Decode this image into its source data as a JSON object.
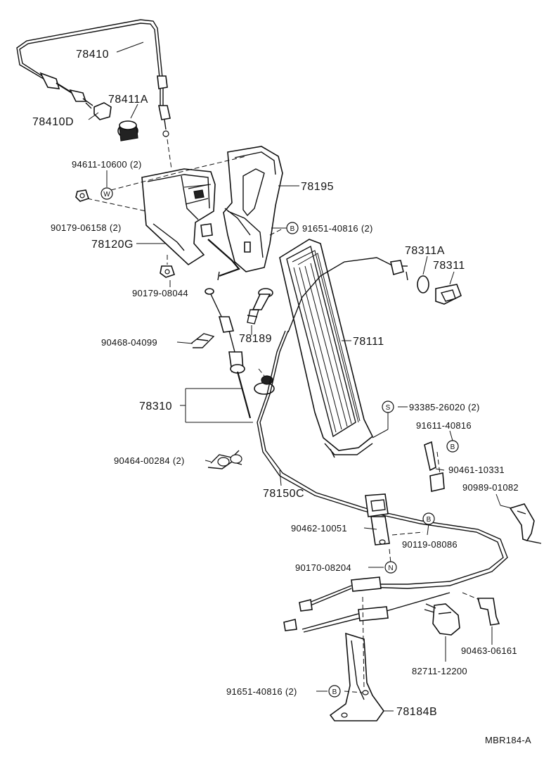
{
  "callouts": {
    "p78410": "78410",
    "p78411A": "78411A",
    "p78410D": "78410D",
    "p94611": "94611-10600 (2)",
    "p78195": "78195",
    "p90179_06158": "90179-06158 (2)",
    "p91651_top": "91651-40816 (2)",
    "p78120G": "78120G",
    "p78311A": "78311A",
    "p78311": "78311",
    "p90179_08044": "90179-08044",
    "p78189": "78189",
    "p90468": "90468-04099",
    "p78111": "78111",
    "p93385": "93385-26020 (2)",
    "p78310": "78310",
    "p91611": "91611-40816",
    "p90464": "90464-00284 (2)",
    "p90461": "90461-10331",
    "p78150C": "78150C",
    "p90989": "90989-01082",
    "p90462": "90462-10051",
    "p90119": "90119-08086",
    "p90170": "90170-08204",
    "p90463": "90463-06161",
    "p82711": "82711-12200",
    "p91651_bottom": "91651-40816 (2)",
    "p78184B": "78184B"
  },
  "symbols": {
    "W": "W",
    "B": "B",
    "S": "S",
    "N": "N"
  },
  "figure_code": "MBR184-A"
}
